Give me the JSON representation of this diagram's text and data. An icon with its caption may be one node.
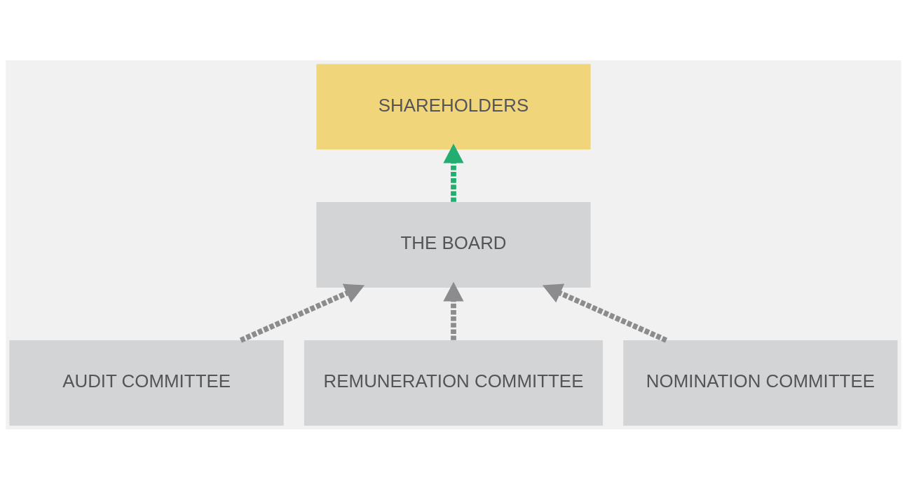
{
  "diagram": {
    "nodes": [
      {
        "text": [
          "SHAREHOLDERS"
        ]
      },
      {
        "text": [
          "THE BOARD"
        ]
      },
      {
        "text": [
          "AUDIT COMMITTEE"
        ]
      },
      {
        "text": [
          "REMUNERATION COMMITTEE"
        ]
      },
      {
        "text": [
          "NOMINATION COMMITTEE"
        ]
      }
    ],
    "edges": [
      {
        "from": 1,
        "to": 0,
        "arrow": "to",
        "style": "dashed",
        "color": "#22ae70"
      },
      {
        "from": 2,
        "to": 1,
        "arrow": "to",
        "style": "dashed"
      },
      {
        "from": 3,
        "to": 1,
        "arrow": "to",
        "style": "dashed"
      },
      {
        "from": 4,
        "to": 1,
        "arrow": "to",
        "style": "dashed"
      }
    ]
  }
}
